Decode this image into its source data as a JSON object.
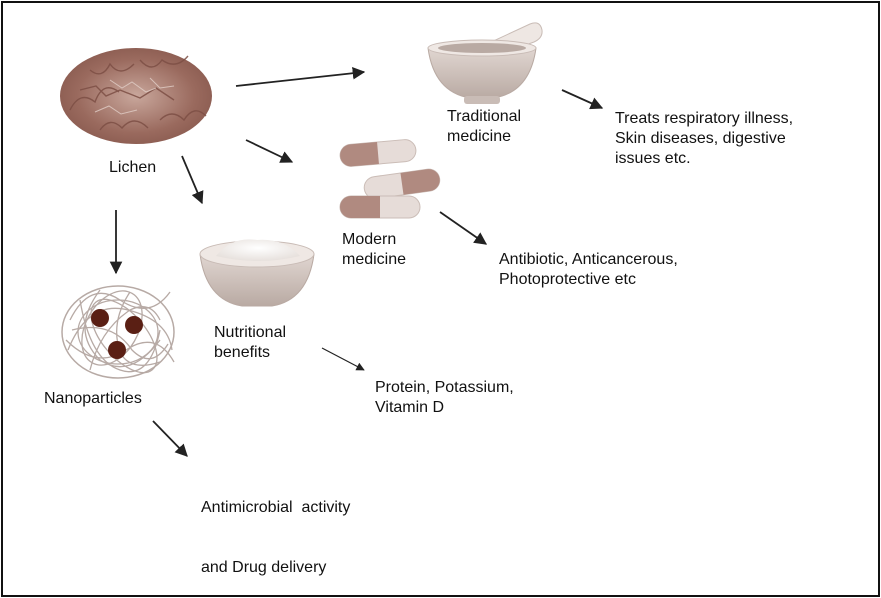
{
  "labels": {
    "lichen": "Lichen",
    "traditional_medicine": [
      "Traditional",
      "medicine"
    ],
    "traditional_uses": [
      "Treats respiratory illness,",
      "Skin diseases, digestive",
      "issues etc."
    ],
    "modern_medicine": [
      "Modern",
      "medicine"
    ],
    "modern_uses": [
      "Antibiotic, Anticancerous,",
      "Photoprotective etc"
    ],
    "nutritional_benefits": [
      "Nutritional",
      "benefits"
    ],
    "nutritional_uses": [
      "Protein, Potassium,",
      "Vitamin D"
    ],
    "nanoparticles": "Nanoparticles",
    "nanoparticle_uses": [
      "Antimicrobial  activity",
      "and Drug delivery"
    ]
  },
  "colors": {
    "lichen": "#9a6a5e",
    "bowl": "#d8cdc8",
    "bowl_shade": "#b9aaa3",
    "capsule_dark": "#b08a80",
    "capsule_light": "#e6dcd8",
    "nanoparticle_core": "#5a1f14",
    "arrow": "#222222"
  },
  "icons": [
    "lichen-icon",
    "mortar-pestle-icon",
    "capsules-icon",
    "powder-bowl-icon",
    "nanoparticle-icon"
  ]
}
